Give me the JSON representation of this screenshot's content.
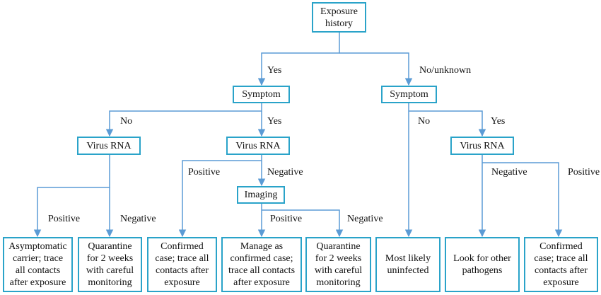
{
  "nodes": {
    "exposure": [
      "Exposure",
      "history"
    ],
    "symptom_left": [
      "Symptom"
    ],
    "symptom_right": [
      "Symptom"
    ],
    "virus_rna_left": [
      "Virus RNA"
    ],
    "virus_rna_mid": [
      "Virus RNA"
    ],
    "virus_rna_right": [
      "Virus RNA"
    ],
    "imaging": [
      "Imaging"
    ],
    "out_asymptomatic": [
      "Asymptomatic",
      "carrier; trace",
      "all contacts",
      "after exposure"
    ],
    "out_quarantine_1": [
      "Quarantine",
      "for 2 weeks",
      "with careful",
      "monitoring"
    ],
    "out_confirmed_1": [
      "Confirmed",
      "case; trace all",
      "contacts after",
      "exposure"
    ],
    "out_manage": [
      "Manage as",
      "confirmed case;",
      "trace all contacts",
      "after exposure"
    ],
    "out_quarantine_2": [
      "Quarantine",
      "for 2 weeks",
      "with careful",
      "monitoring"
    ],
    "out_uninfected": [
      "Most likely",
      "uninfected"
    ],
    "out_other_pathogens": [
      "Look for other",
      "pathogens"
    ],
    "out_confirmed_2": [
      "Confirmed",
      "case; trace all",
      "contacts after",
      "exposure"
    ]
  },
  "edge_labels": {
    "yes_exposure": "Yes",
    "no_unknown_exposure": "No/unknown",
    "no_symptom_left": "No",
    "yes_symptom_left": "Yes",
    "no_symptom_right": "No",
    "yes_symptom_right": "Yes",
    "positive_rna_left": "Positive",
    "negative_rna_left": "Negative",
    "positive_rna_mid": "Positive",
    "negative_rna_mid": "Negative",
    "positive_imaging": "Positive",
    "negative_imaging": "Negative",
    "negative_rna_right": "Negative",
    "positive_rna_right": "Positive"
  },
  "colors": {
    "border": "#2aa3c9",
    "arrow": "#5b9bd5",
    "text": "#111111"
  }
}
